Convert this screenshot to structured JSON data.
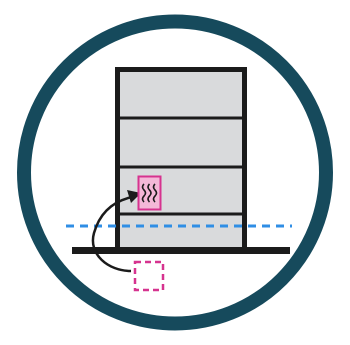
{
  "diagram": {
    "icon_names": {
      "badge": "building-relocate-heater-icon",
      "heater": "heater-waves-icon",
      "arrow": "curved-arrow-icon"
    },
    "colors": {
      "ring": "#164a5c",
      "background": "#ffffff",
      "building_fill": "#d9dadc",
      "building_stroke": "#1b1b1b",
      "ground": "#1b1b1b",
      "flood_line": "#2f8ee5",
      "heater_border": "#d6338f",
      "heater_fill": "#f4b8d8",
      "heater_waves": "#1b1b1b",
      "placeholder": "#d6338f",
      "arrow": "#1b1b1b"
    },
    "floors": 4,
    "meaning": {
      "from": "below-grade-location",
      "to": "upper-floor-location",
      "reference_line": "dashed-level-line"
    }
  }
}
